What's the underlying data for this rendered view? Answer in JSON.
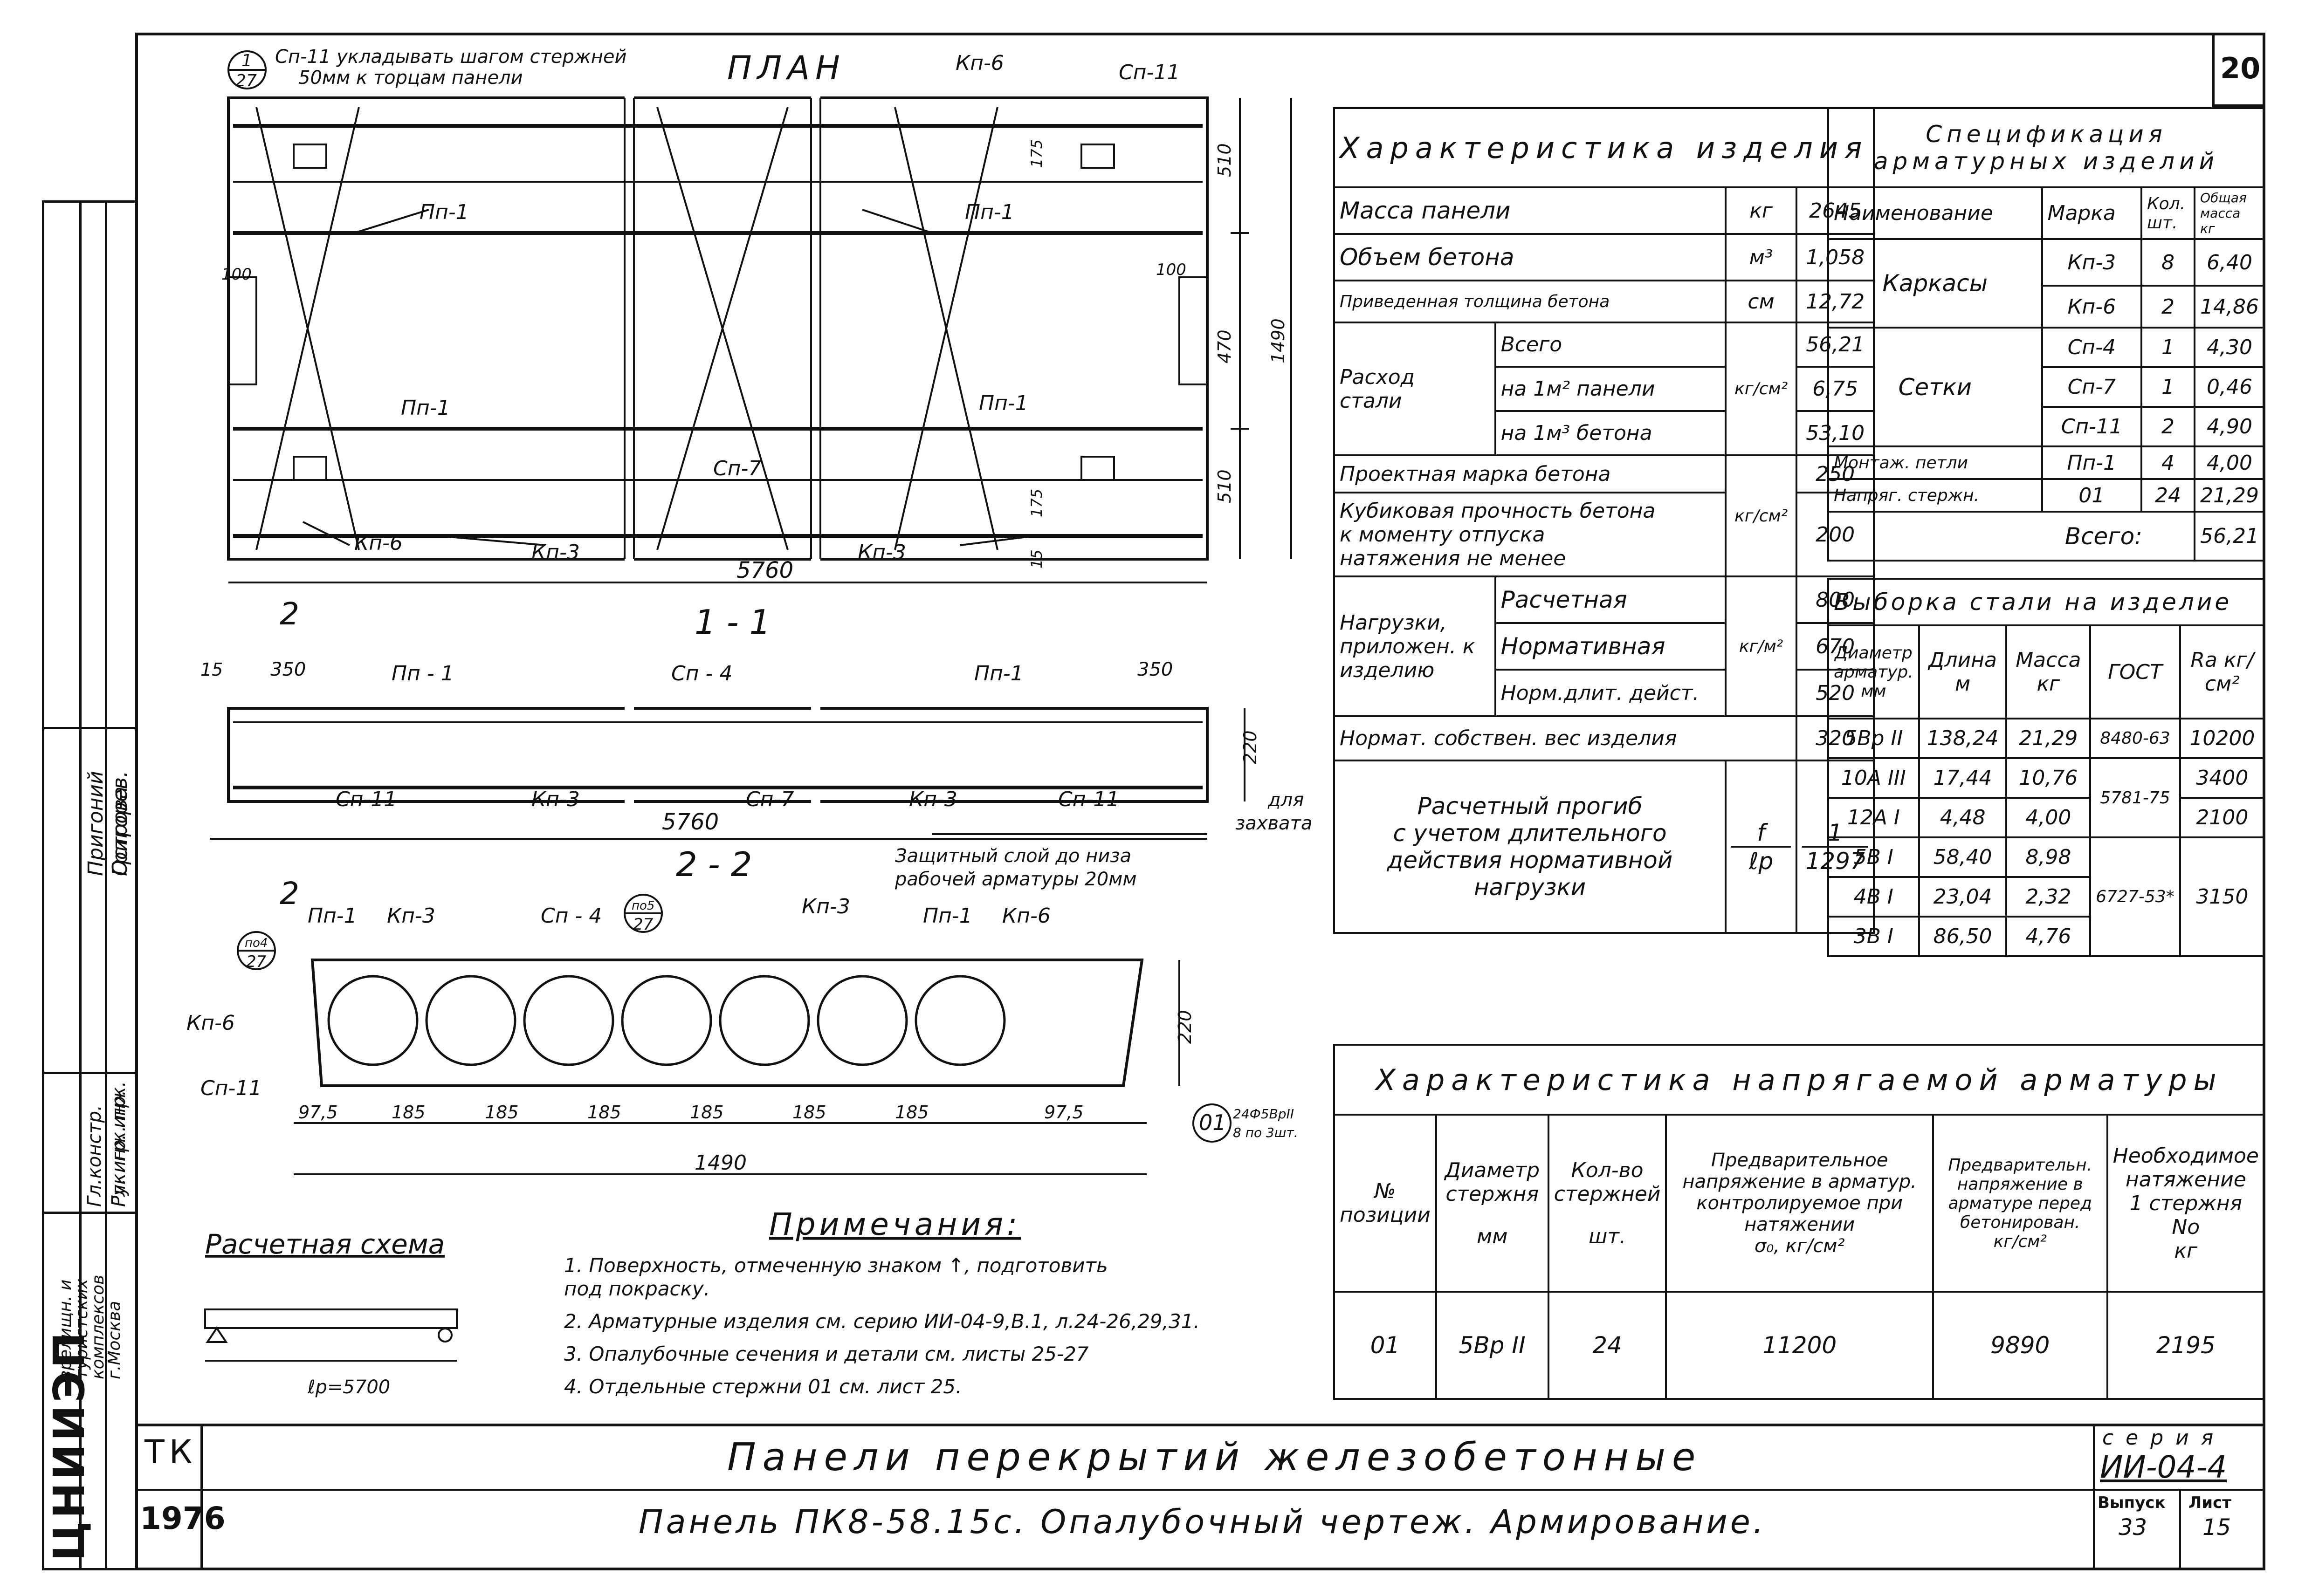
{
  "sheet": {
    "number": "20",
    "tk": "ТК",
    "year": "1976",
    "series_label": "с е р и я",
    "series": "ИИ-04-4",
    "issue_label": "Выпуск",
    "issue": "33",
    "list_label": "Лист",
    "list": "15",
    "title": "Панели перекрытий железобетонные",
    "subtitle": "Панель ПК8-58.15с. Опалубочный чертеж. Армирование.",
    "org": "ЦНИИЭП",
    "org_desc": [
      "зрелищн. и",
      "туристских",
      "комплексов",
      "г.Москва"
    ],
    "stamp_rows": [
      {
        "role": "Гл.констр.",
        "name": "Пригоний"
      },
      {
        "role": "Гл. инж. пр.",
        "name": "Григорев."
      },
      {
        "role": "Рук. гр. инж.",
        "name": "Острова"
      }
    ]
  },
  "plan": {
    "title": "ПЛАН",
    "note1": "Сп-11 укладывать шагом стержней",
    "note2": "50мм к торцам панели",
    "ref": {
      "top": "1",
      "bottom": "27"
    },
    "labels": {
      "kp6_top": "Кп-6",
      "sp11_top": "Сп-11",
      "pp1_a": "Пп-1",
      "pp1_b": "Пп-1",
      "pp1_c": "Пп-1",
      "pp1_d": "Пп-1",
      "sp7": "Сп-7",
      "kp6_bot": "Кп-6",
      "kp3_a": "Кп-3",
      "kp3_b": "Кп-3"
    },
    "dims": {
      "length": "5760",
      "d510a": "510",
      "d470": "470",
      "d510b": "510",
      "d1490": "1490",
      "d100a": "100",
      "d100b": "100",
      "d175a": "175",
      "d175b": "175",
      "d15": "15"
    }
  },
  "section11": {
    "title": "1 - 1",
    "cut2": "2",
    "labels": {
      "pp1_a": "Пп - 1",
      "sp4": "Сп - 4",
      "pp1_b": "Пп-1",
      "sp11_a": "Сп-11",
      "kp3_a": "Кп-3",
      "sp7": "Сп-7",
      "kp3_b": "Кп-3",
      "sp11_b": "Сп-11"
    },
    "dims": {
      "d15": "15",
      "d350a": "350",
      "d350b": "350",
      "d220": "220",
      "length": "5760"
    },
    "grip_note": [
      "для",
      "захвата"
    ],
    "cover_note": [
      "Защитный слой до низа",
      "рабочей арматуры 20мм"
    ]
  },
  "section22": {
    "title": "2 - 2",
    "labels": {
      "pp1_a": "Пп-1",
      "kp3_a": "Кп-3",
      "sp4": "Сп - 4",
      "kp3_b": "Кп-3",
      "pp1_b": "Пп-1",
      "kp6_a": "Кп-6",
      "kp6_b": "Кп-6",
      "sp11": "Сп-11"
    },
    "refs": [
      {
        "top": "по4",
        "bottom": "27"
      },
      {
        "top": "по5",
        "bottom": "27"
      }
    ],
    "dims": [
      "97,5",
      "185",
      "185",
      "185",
      "185",
      "185",
      "185",
      "97,5"
    ],
    "total": "1490",
    "height": "220",
    "bar_mark": "01",
    "bar_note": [
      "24Ф5ВрII",
      "8 по 3шт."
    ]
  },
  "scheme": {
    "title": "Расчетная схема",
    "span": "ℓр=5700"
  },
  "notes": {
    "title": "Примечания:",
    "items": [
      "1. Поверхность, отмеченную знаком ↑, подготовить",
      "    под покраску.",
      "2. Арматурные изделия см. серию ИИ-04-9,В.1, л.24-26,29,31.",
      "3. Опалубочные сечения и детали см. листы 25-27",
      "4. Отдельные стержни 01 см. лист 25."
    ]
  },
  "product": {
    "title": "Характеристика изделия",
    "rows": [
      {
        "name": "Масса панели",
        "unit": "кг",
        "value": "2645"
      },
      {
        "name": "Объем бетона",
        "unit": "м³",
        "value": "1,058"
      },
      {
        "name": "Приведенная толщина бетона",
        "unit": "см",
        "value": "12,72"
      }
    ],
    "steel": {
      "name": [
        "Расход",
        "стали"
      ],
      "unit": "кг/см²",
      "rows": [
        {
          "name": "Всего",
          "value": "56,21"
        },
        {
          "name": "на 1м² панели",
          "value": "6,75"
        },
        {
          "name": "на 1м³ бетона",
          "value": "53,10"
        }
      ]
    },
    "grade": {
      "name": "Проектная марка бетона",
      "value": "250"
    },
    "cube": {
      "name": [
        "Кубиковая прочность бетона",
        "к моменту отпуска",
        "натяжения не менее"
      ],
      "unit": "кг/см²",
      "value": "200"
    },
    "loads": {
      "name": [
        "Нагрузки,",
        "приложен. к",
        "изделию"
      ],
      "unit": "кг/м²",
      "rows": [
        {
          "name": "Расчетная",
          "value": "800"
        },
        {
          "name": "Нормативная",
          "value": "670"
        },
        {
          "name": "Норм.длит. дейст.",
          "value": "520"
        }
      ]
    },
    "selfweight": {
      "name": "Нормат. собствен. вес изделия",
      "value": "320"
    },
    "deflection": {
      "name": [
        "Расчетный прогиб",
        "с учетом длительного",
        "действия нормативной",
        "нагрузки"
      ],
      "unit": [
        "f",
        "ℓр"
      ],
      "value": [
        "1",
        "1297"
      ]
    }
  },
  "spec": {
    "title": [
      "Спецификация",
      "арматурных изделий"
    ],
    "headers": [
      "Наименование",
      "Марка",
      "Кол. шт.",
      "Общая масса кг"
    ],
    "groups": [
      {
        "name": "Каркасы",
        "items": [
          {
            "mark": "Кп-3",
            "qty": "8",
            "mass": "6,40"
          },
          {
            "mark": "Кп-6",
            "qty": "2",
            "mass": "14,86"
          }
        ]
      },
      {
        "name": "Сетки",
        "items": [
          {
            "mark": "Сп-4",
            "qty": "1",
            "mass": "4,30"
          },
          {
            "mark": "Сп-7",
            "qty": "1",
            "mass": "0,46"
          },
          {
            "mark": "Сп-11",
            "qty": "2",
            "mass": "4,90"
          }
        ]
      },
      {
        "name": "Монтаж. петли",
        "items": [
          {
            "mark": "Пп-1",
            "qty": "4",
            "mass": "4,00"
          }
        ]
      },
      {
        "name": "Напряг. стержн.",
        "items": [
          {
            "mark": "01",
            "qty": "24",
            "mass": "21,29"
          }
        ]
      }
    ],
    "total_label": "Всего:",
    "total": "56,21"
  },
  "steel_sel": {
    "title": "Выборка стали на изделие",
    "headers": [
      "Диаметр арматур. мм",
      "Длина м",
      "Масса кг",
      "ГОСТ",
      "Rа кг/см²"
    ],
    "rows": [
      {
        "d": "5Вр II",
        "len": "138,24",
        "mass": "21,29"
      },
      {
        "d": "10А III",
        "len": "17,44",
        "mass": "10,76"
      },
      {
        "d": "12А I",
        "len": "4,48",
        "mass": "4,00"
      },
      {
        "d": "5В I",
        "len": "58,40",
        "mass": "8,98"
      },
      {
        "d": "4В I",
        "len": "23,04",
        "mass": "2,32"
      },
      {
        "d": "3В I",
        "len": "86,50",
        "mass": "4,76"
      }
    ],
    "gost": [
      "8480-63",
      "5781-75",
      "6727-53*"
    ],
    "ra": [
      "10200",
      "3400",
      "2100",
      "3150"
    ]
  },
  "prestress": {
    "title": "Характеристика напрягаемой арматуры",
    "headers": [
      [
        "№",
        "позиции"
      ],
      [
        "Диаметр",
        "стержня",
        "мм"
      ],
      [
        "Кол-во",
        "стержней",
        "шт."
      ],
      [
        "Предварительное",
        "напряжение в арматур.",
        "контролируемое при",
        "натяжении",
        "σ₀, кг/см²"
      ],
      [
        "Предварительн.",
        "напряжение в",
        "арматуре перед",
        "бетонирован.",
        "кг/см²"
      ],
      [
        "Необходимое",
        "натяжение",
        "1 стержня",
        "Nо",
        "кг"
      ]
    ],
    "row": [
      "01",
      "5Вр II",
      "24",
      "11200",
      "9890",
      "2195"
    ]
  }
}
